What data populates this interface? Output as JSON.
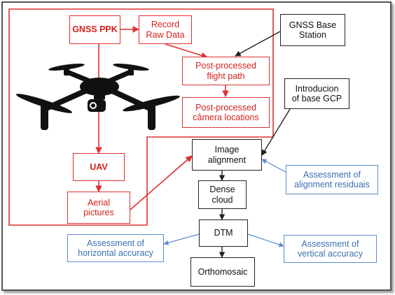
{
  "boxes": {
    "gnss_ppk": "GNSS PPK",
    "record_raw": "Record\nRaw Data",
    "post_flight": "Post-processed\nflight path",
    "post_camera": "Post-processed\ncâmera locations",
    "gnss_base": "GNSS Base\nStation",
    "intro_gcp": "Introducion\nof base GCP",
    "uav": "UAV",
    "aerial": "Aerial\npictures",
    "image_align": "Image\nalignment",
    "dense_cloud": "Dense\ncloud",
    "dtm": "DTM",
    "orthomosaic": "Orthomosaic",
    "assess_align": "Assessment of\nalignment residuais",
    "assess_horiz": "Assessment of\nhorizontal accuracy",
    "assess_vert": "Assessment of\nvertical accuracy"
  },
  "colors": {
    "red": "#e03030",
    "black": "#222222",
    "blue": "#5b8ccc",
    "drone": "#111111"
  }
}
